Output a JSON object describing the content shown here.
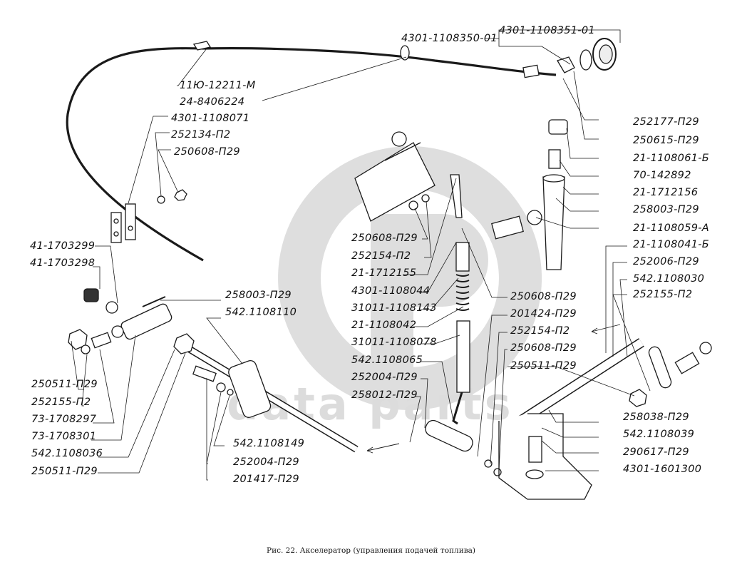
{
  "figure": {
    "caption": "Рис. 22.  Акселератор (управления подачей топлива)",
    "watermark": {
      "logo": "gp-logo",
      "text": "data parts",
      "color": "#dcdcdc"
    },
    "line_color": "#1a1a1a"
  },
  "labels": {
    "top_cable_a": "4301-1108350-01",
    "top_cable_b": "4301-1108351-01",
    "clip": "11Ю-12211-М",
    "grommet": "24-8406224",
    "bracket": "4301-1108071",
    "washer_left": "252134-П2",
    "nut_left": "250608-П29",
    "r1": "252177-П29",
    "r2": "250615-П29",
    "r3": "21-1108061-Б",
    "r4": "70-142892",
    "r5": "21-1712156",
    "r6": "258003-П29",
    "r7": "21-1108059-А",
    "r8": "21-1108041-Б",
    "r9": "252006-П29",
    "r10": "542.1108030",
    "r11": "252155-П2",
    "l1": "41-1703299",
    "l2": "41-1703298",
    "l3": "250511-П29",
    "l4": "252155-П2",
    "l5": "73-1708297",
    "l6": "73-1708301",
    "l7": "542.1108036",
    "l8": "250511-П29",
    "cotter_mid": "258003-П29",
    "lever_mid": "542.1108110",
    "b1": "542.1108149",
    "b2": "252004-П29",
    "b3": "201417-П29",
    "c1": "250608-П29",
    "c2": "252154-П2",
    "c3": "21-1712155",
    "c4": "4301-1108044",
    "c5": "31011-1108143",
    "c6": "21-1108042",
    "c7": "31011-1108078",
    "c8": "542.1108065",
    "c9": "252004-П29",
    "c10": "258012-П29",
    "m1": "250608-П29",
    "m2": "201424-П29",
    "m3": "252154-П2",
    "m4": "250608-П29",
    "m5": "250511-П29",
    "br1": "258038-П29",
    "br2": "542.1108039",
    "br3": "290617-П29",
    "br4": "4301-1601300"
  }
}
